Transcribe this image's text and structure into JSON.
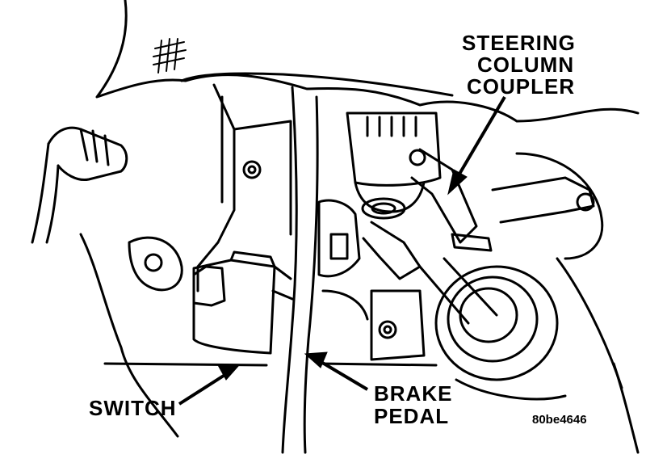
{
  "labels": {
    "steering_line1": "STEERING",
    "steering_line2": "COLUMN",
    "steering_line3": "COUPLER",
    "switch": "SWITCH",
    "brake_line1": "BRAKE",
    "brake_line2": "PEDAL",
    "figure_code": "80be4646"
  },
  "colors": {
    "ink": "#000000",
    "paper": "#ffffff"
  }
}
